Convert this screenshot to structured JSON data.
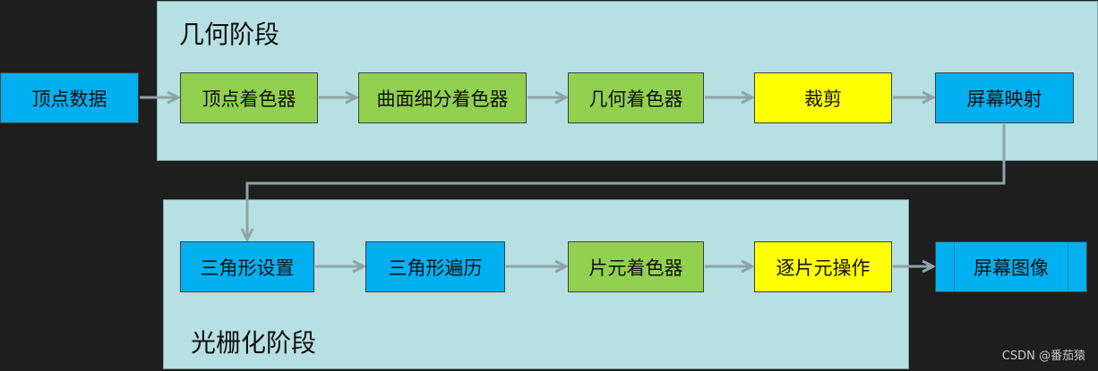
{
  "geometry_stage": {
    "title": "几何阶段",
    "nodes": [
      "顶点着色器",
      "曲面细分着色器",
      "几何着色器",
      "裁剪",
      "屏幕映射"
    ]
  },
  "raster_stage": {
    "title": "光栅化阶段",
    "nodes": [
      "三角形设置",
      "三角形遍历",
      "片元着色器",
      "逐片元操作"
    ]
  },
  "input": {
    "label": "顶点数据"
  },
  "output": {
    "label": "屏幕图像"
  },
  "watermark": "CSDN @番茄猿",
  "colors": {
    "stage_bg": "#b7e0e3",
    "blue": "#00b0f0",
    "green": "#92d050",
    "yellow": "#ffff00",
    "arrow": "#8fa3a5",
    "background": "#1e1e1e"
  },
  "edges": [
    [
      "顶点数据",
      "顶点着色器"
    ],
    [
      "顶点着色器",
      "曲面细分着色器"
    ],
    [
      "曲面细分着色器",
      "几何着色器"
    ],
    [
      "几何着色器",
      "裁剪"
    ],
    [
      "裁剪",
      "屏幕映射"
    ],
    [
      "屏幕映射",
      "三角形设置"
    ],
    [
      "三角形设置",
      "三角形遍历"
    ],
    [
      "三角形遍历",
      "片元着色器"
    ],
    [
      "片元着色器",
      "逐片元操作"
    ],
    [
      "逐片元操作",
      "屏幕图像"
    ]
  ]
}
